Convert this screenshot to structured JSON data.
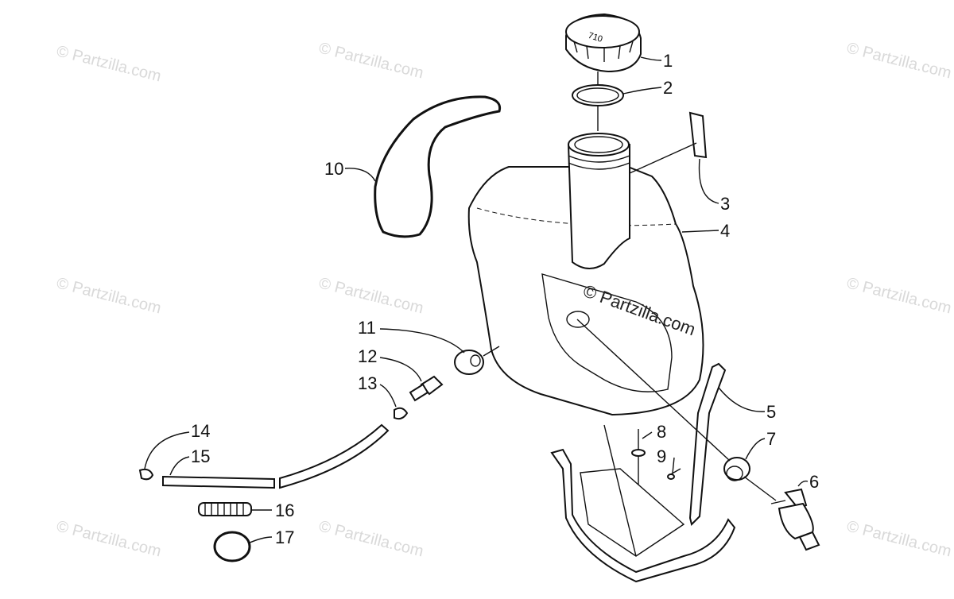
{
  "watermarks": {
    "main": "© Partzilla.com",
    "tile": "© Partzilla.com"
  },
  "callouts": [
    "1",
    "2",
    "3",
    "4",
    "5",
    "6",
    "7",
    "8",
    "9",
    "10",
    "11",
    "12",
    "13",
    "14",
    "15",
    "16",
    "17"
  ],
  "cap_marking": "710"
}
